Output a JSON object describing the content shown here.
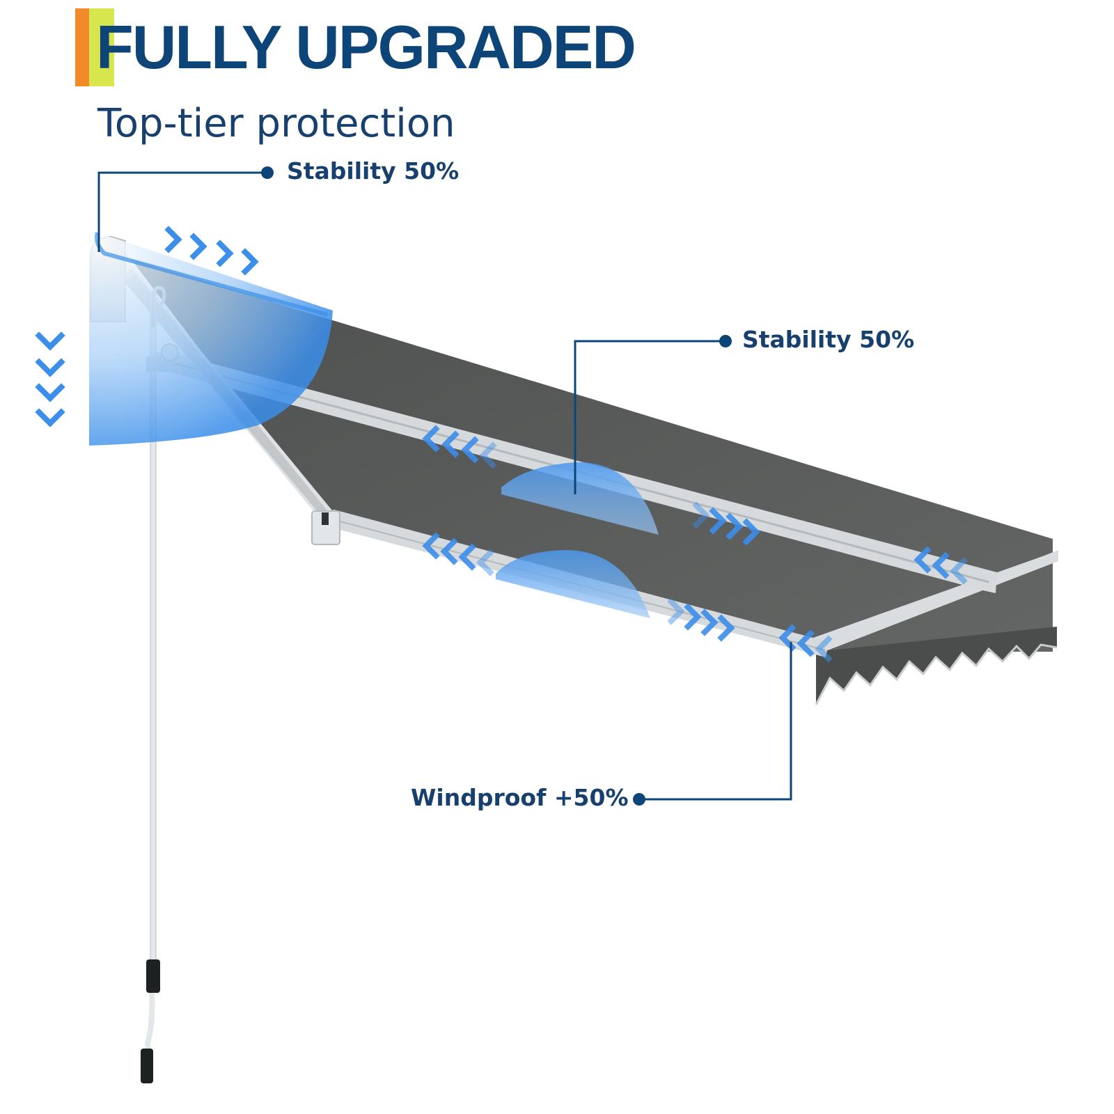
{
  "header": {
    "title": "FULLY UPGRADED",
    "subtitle": "Top-tier protection"
  },
  "callouts": [
    {
      "label": "Stability 50%"
    },
    {
      "label": "Stability 50%"
    },
    {
      "label": "Windproof +50%"
    }
  ],
  "icons": {
    "wind_arrows": "chevron-arrows-icon",
    "down_arrows": "chevron-down-icon",
    "stability_dome": "half-dome-icon",
    "marker_dot": "dot-icon"
  },
  "colors": {
    "brand_navy": "#0d4579",
    "accent_blue": "#3b8eea",
    "tag_orange": "#f08a2a",
    "tag_lime": "#d6e64c",
    "canopy_gray": "#5a5c5b",
    "frame_silver": "#d6dadc"
  }
}
